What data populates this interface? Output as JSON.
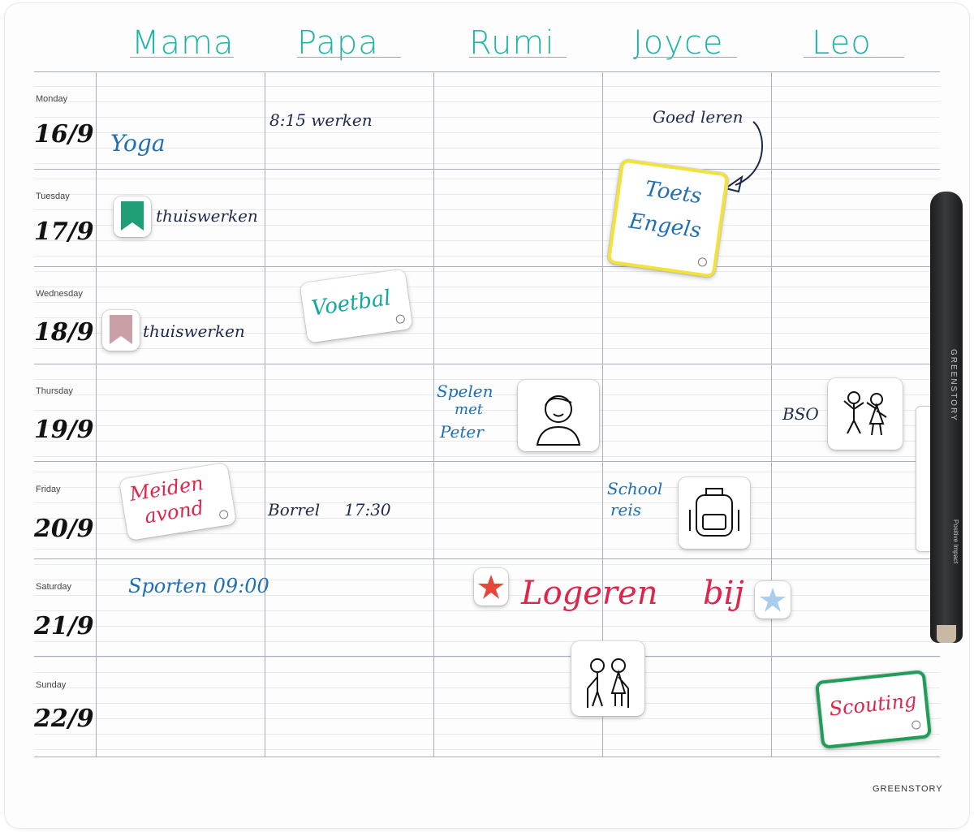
{
  "names": [
    "Mama",
    "Papa",
    "Rumi",
    "Joyce",
    "Leo"
  ],
  "days": [
    {
      "label": "Monday",
      "date": "16/9"
    },
    {
      "label": "Tuesday",
      "date": "17/9"
    },
    {
      "label": "Wednesday",
      "date": "18/9"
    },
    {
      "label": "Thursday",
      "date": "19/9"
    },
    {
      "label": "Friday",
      "date": "20/9"
    },
    {
      "label": "Saturday",
      "date": "21/9"
    },
    {
      "label": "Sunday",
      "date": "22/9"
    }
  ],
  "notes": {
    "yoga": "Yoga",
    "werken": "8:15 werken",
    "goed_leren": "Goed leren",
    "thuiswerken_1": "thuiswerken",
    "thuiswerken_2": "thuiswerken",
    "spelen_1": "Spelen",
    "spelen_2": "met",
    "spelen_3": "Peter",
    "bso": "BSO",
    "borrel": "Borrel",
    "borrel_time": "17:30",
    "schoolreis_1": "School",
    "schoolreis_2": "reis",
    "sporten": "Sporten 09:00",
    "logeren": "Logeren",
    "bij": "bij"
  },
  "stickers": {
    "toets_1": "Toets",
    "toets_2": "Engels",
    "voetbal": "Voetbal",
    "meiden_1": "Meiden",
    "meiden_2": "avond",
    "scouting": "Scouting"
  },
  "colors": {
    "names": "#1fb5a6",
    "navy": "#1d2a4a",
    "blue": "#1e6fb3",
    "red": "#e0254a",
    "flag_green": "#1f9e77",
    "flag_mauve": "#c9a0a6",
    "yellow_frame": "#f2e23a",
    "green_frame": "#1f9e57",
    "star_red": "#e8463a",
    "star_blue": "#a8cdee"
  },
  "pen": {
    "brand": "GREENSTORY",
    "sub": "Positive Impact"
  },
  "footer": {
    "brand": "GREENSTORY"
  },
  "icons": [
    "flag-icon",
    "star-icon",
    "boy-face-icon",
    "kids-playing-icon",
    "backpack-icon",
    "grandparents-icon",
    "arrow-icon"
  ]
}
